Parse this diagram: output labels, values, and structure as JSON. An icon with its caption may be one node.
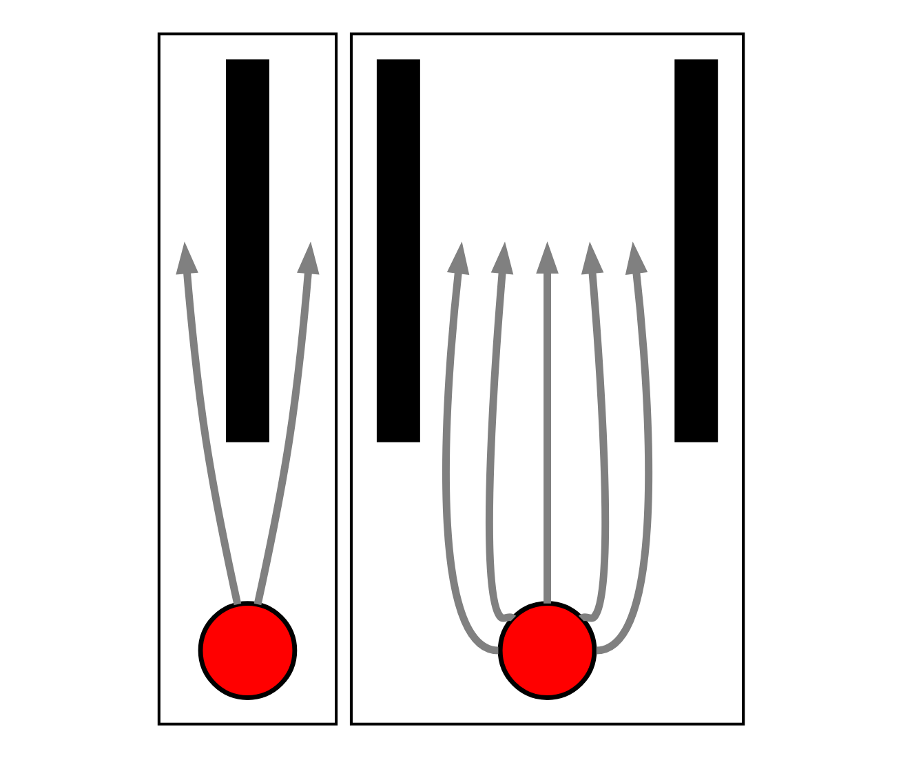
{
  "diagram": {
    "nodes": [
      {
        "text": [],
        "shape": "box"
      },
      {
        "text": [],
        "shape": "bar",
        "in": 0
      },
      {
        "text": [],
        "shape": "circle",
        "in": 0
      },
      {
        "text": [],
        "shape": "box"
      },
      {
        "text": [],
        "shape": "bar",
        "in": 3
      },
      {
        "text": [],
        "shape": "bar",
        "in": 3
      },
      {
        "text": [],
        "shape": "circle",
        "in": 3
      }
    ],
    "edges": [
      {
        "from": 2,
        "to": null,
        "arrow": "to"
      },
      {
        "from": 2,
        "to": null,
        "arrow": "to"
      },
      {
        "from": 6,
        "to": null,
        "arrow": "to"
      },
      {
        "from": 6,
        "to": null,
        "arrow": "to"
      },
      {
        "from": 6,
        "to": null,
        "arrow": "to"
      },
      {
        "from": 6,
        "to": null,
        "arrow": "to"
      },
      {
        "from": 6,
        "to": null,
        "arrow": "to"
      }
    ]
  }
}
